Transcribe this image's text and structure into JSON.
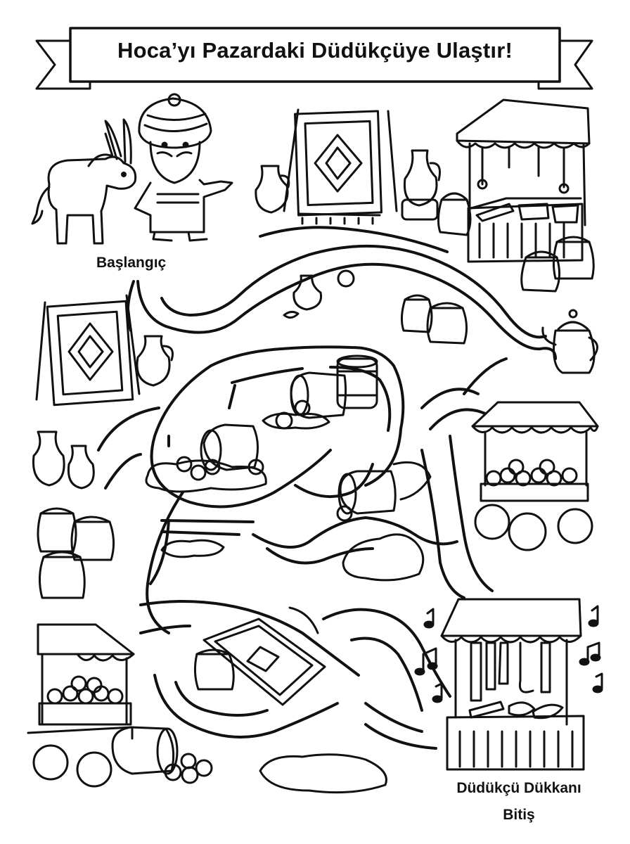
{
  "title": "Hoca’yı Pazardaki Düdükçüye Ulaştır!",
  "start_label": "Başlangıç",
  "finish_label_1": "Düdükçü Dükkanı",
  "finish_label_2": "Bitiş",
  "colors": {
    "ink": "#111111",
    "paper": "#ffffff"
  },
  "icons": [
    "donkey-icon",
    "hoca-icon",
    "carpet-stand-icon",
    "jug-icon",
    "market-stall-icon",
    "spice-sack-icon",
    "teapot-icon",
    "fruit-cart-icon",
    "barrel-icon",
    "apple-icon",
    "puddle-icon",
    "rug-icon",
    "flute-icon",
    "music-note-icon"
  ]
}
